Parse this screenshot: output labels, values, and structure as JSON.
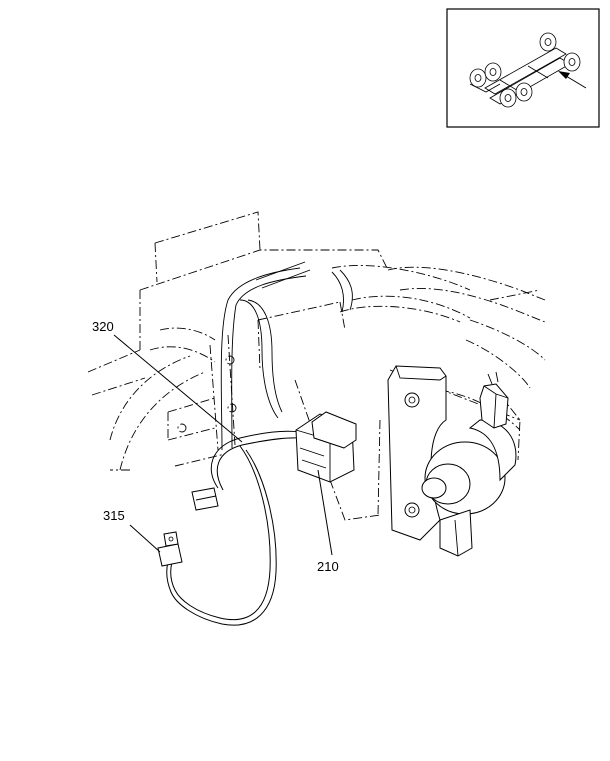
{
  "callouts": {
    "wiring_harness": "320",
    "connector": "315",
    "sensor": "210"
  }
}
